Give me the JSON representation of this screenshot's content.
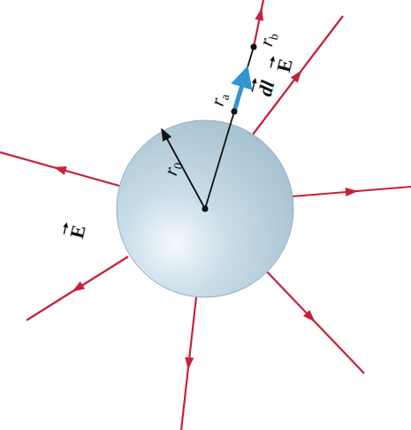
{
  "diagram": {
    "labels": [
      "rb",
      "ra",
      "dl",
      "E",
      "r0",
      "E"
    ]
  }
}
